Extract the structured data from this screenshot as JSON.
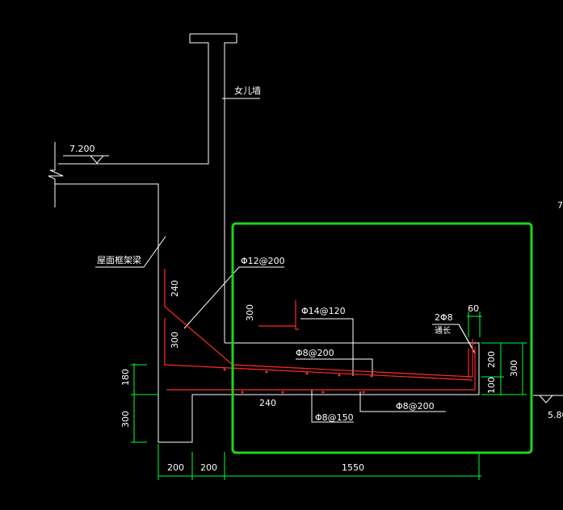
{
  "labels": {
    "parapet": "女儿墙",
    "elevation_top": "7.200",
    "roof_beam": "屋面框架梁",
    "rebar_phi12": "Φ12@200",
    "rebar_phi14": "Φ14@120",
    "rebar_2phi8": "2Φ8",
    "rebar_through": "通长",
    "rebar_phi8_200_a": "Φ8@200",
    "rebar_phi8_150": "Φ8@150",
    "rebar_phi8_200_b": "Φ8@200",
    "elevation_right": "5.80",
    "edge_7": "7"
  },
  "dimensions": {
    "d240_upper": "240",
    "d300_left": "300",
    "d300_hook": "300",
    "d60": "60",
    "d200_right": "200",
    "d300_right": "300",
    "d100_right": "100",
    "d180_left": "180",
    "d300_left_low": "300",
    "d240_bottom": "240",
    "d200_a": "200",
    "d200_b": "200",
    "d1550": "1550"
  },
  "colors": {
    "background": "#000000",
    "lines": "#ffffff",
    "rebar": "#ff2a2a",
    "dimension": "#00ff3a",
    "highlight_box": "#1ed41e"
  }
}
